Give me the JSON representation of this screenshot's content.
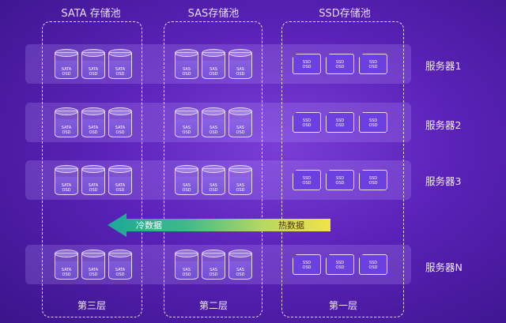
{
  "pools": [
    {
      "title": "SATA 存储池",
      "tier": "第三层"
    },
    {
      "title": "SAS存储池",
      "tier": "第二层"
    },
    {
      "title": "SSD存储池",
      "tier": "第一层"
    }
  ],
  "servers": [
    "服务器1",
    "服务器2",
    "服务器3",
    "服务器N"
  ],
  "disk_labels": {
    "sata": [
      "SATA",
      "OSD"
    ],
    "sas": [
      "SAS",
      "OSD"
    ],
    "ssd": [
      "SSD",
      "OSD"
    ]
  },
  "arrow": {
    "cold_label": "冷数据",
    "hot_label": "热数据"
  },
  "colors": {
    "background": "#5a22b8",
    "arrow_cold": "#1aa89a",
    "arrow_hot": "#f2e24a"
  }
}
